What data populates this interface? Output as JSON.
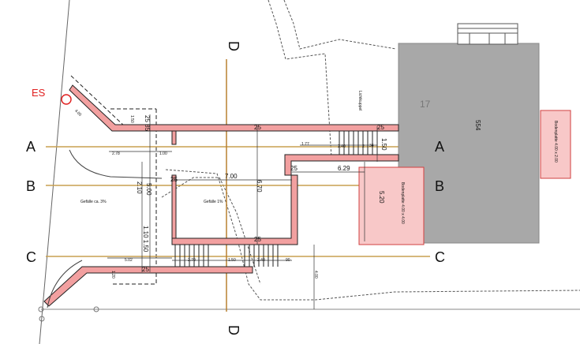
{
  "section_labels": {
    "a_left": "A",
    "a_right": "A",
    "b_left": "B",
    "b_right": "B",
    "c_left": "C",
    "c_right": "C",
    "d_top": "D",
    "d_bottom": "D"
  },
  "marker": {
    "es": "ES"
  },
  "building": {
    "number": "554",
    "contour": "17"
  },
  "panels": {
    "right": "Bodenplatte 4.00 x 2.00",
    "center": "Bodenplatte 4.00 x 4.00"
  },
  "notes": {
    "lichtkuppel": "Lichtkuppel",
    "slope_left": "Gefälle ca. 3%",
    "slope_mid": "Gefälle 1%"
  },
  "dimensions": {
    "d_4_05": "4.05",
    "d_1_50_top": "1.50",
    "d_25_85": "25 85",
    "d_25_top_mid": "25",
    "d_25_top_right": "25",
    "d_1_50_stair": "1.50",
    "d_1_77": "1.77",
    "d_2_40_top": "2.40",
    "d_2_36": "2",
    "d_2_34": "34",
    "d_2_78": "2.78",
    "d_1_00": "1.00",
    "d_25_left": "25",
    "d_25_mid": "25",
    "d_6_29": "6.29",
    "d_7_00": "7.00",
    "d_2_10": "2.10",
    "d_5_00": "5.00",
    "d_6_70": "6.70",
    "d_5_20": "5.20",
    "d_1_10": "1.10 1.50",
    "d_25_low": "25",
    "d_5_02": "5.02",
    "d_1_20": "1.20",
    "d_2_70": "2.70",
    "d_1_50_low": "1.50",
    "d_2_40_low": "2.40",
    "d_90": "90",
    "d_4_00": "4.00",
    "d_25_bot": "25"
  }
}
